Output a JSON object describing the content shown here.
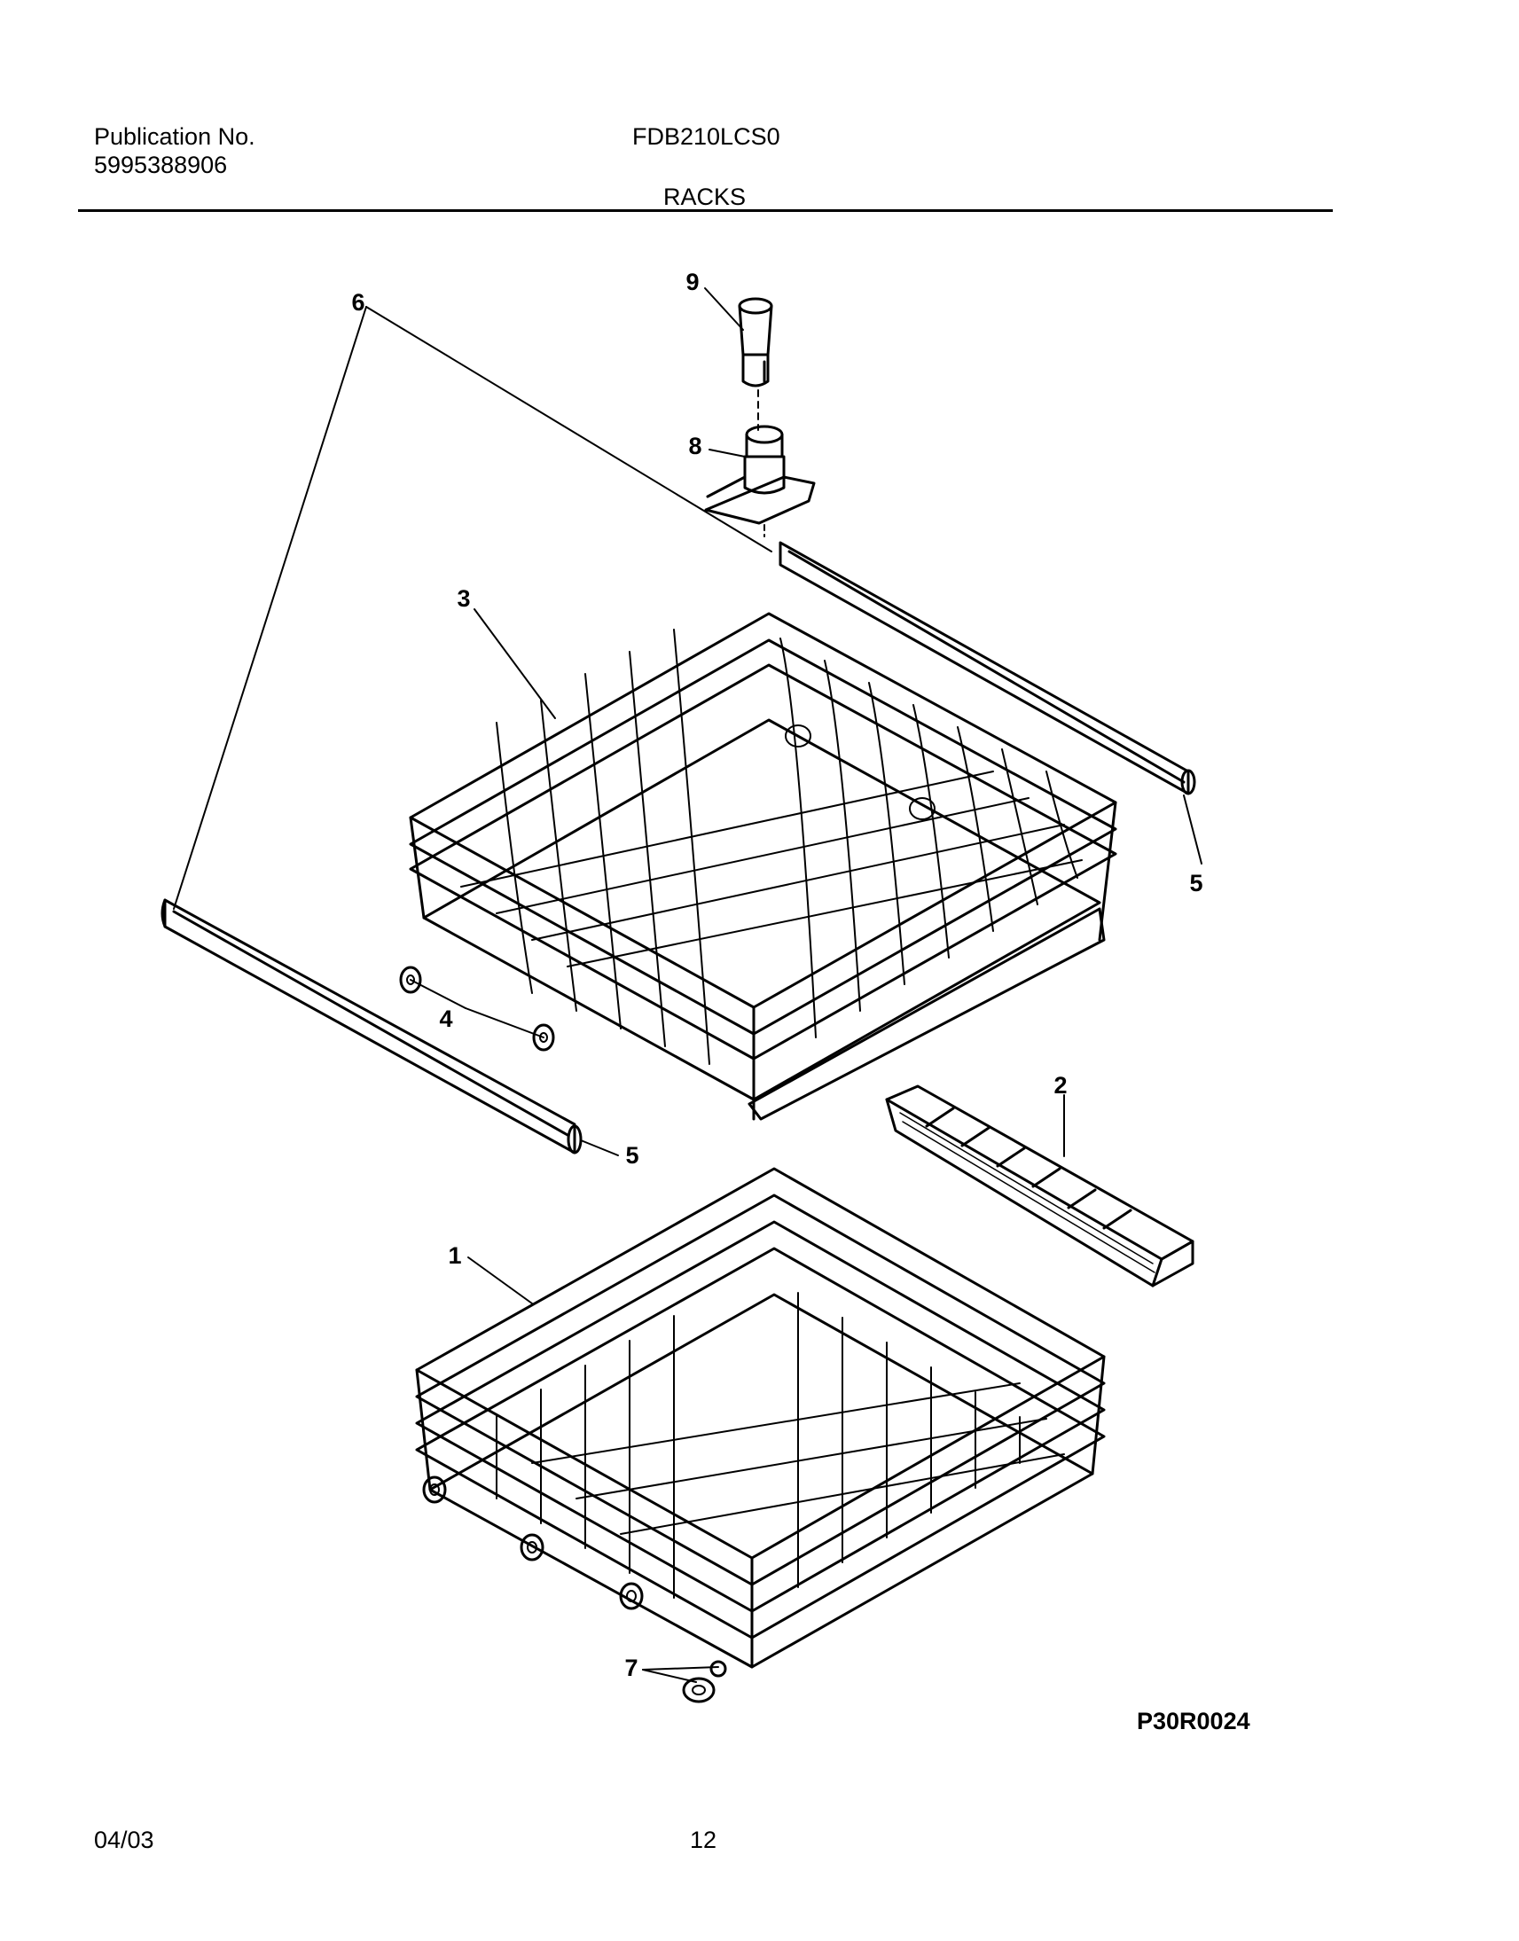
{
  "header": {
    "publication_label": "Publication No.",
    "publication_number": "5995388906",
    "model": "FDB210LCS0",
    "section": "RACKS"
  },
  "diagram": {
    "code": "P30R0024",
    "callouts": [
      "1",
      "2",
      "3",
      "4",
      "5",
      "5",
      "6",
      "7",
      "8",
      "9"
    ]
  },
  "footer": {
    "date": "04/03",
    "page": "12"
  }
}
